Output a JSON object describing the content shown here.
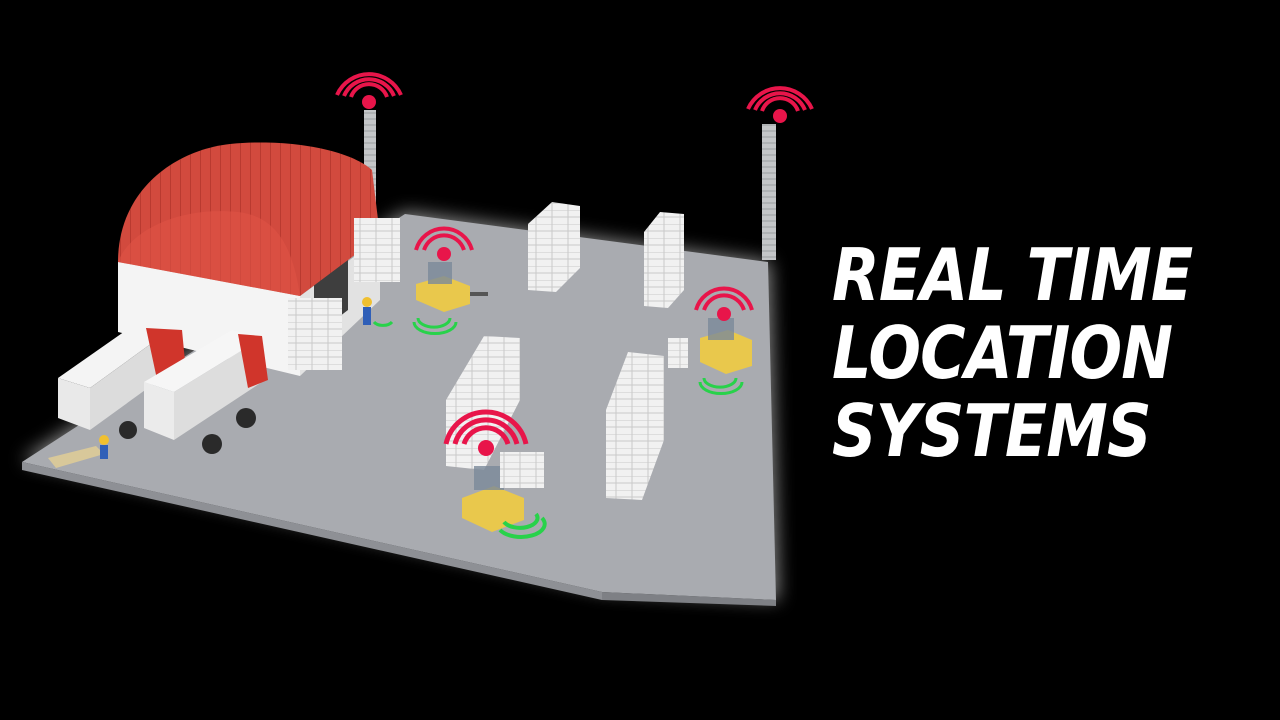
{
  "title": {
    "line1": "REAL TIME",
    "line2": "LOCATION",
    "line3": "SYSTEMS"
  },
  "colors": {
    "background": "#000000",
    "floor": "#a9abb0",
    "roof": "#d9483c",
    "signal_red": "#e8154a",
    "signal_green": "#28d24a",
    "forklift": "#e9c84c",
    "worker": "#2f5fb8",
    "pallet_box": "#ececec",
    "title_text": "#ffffff"
  }
}
